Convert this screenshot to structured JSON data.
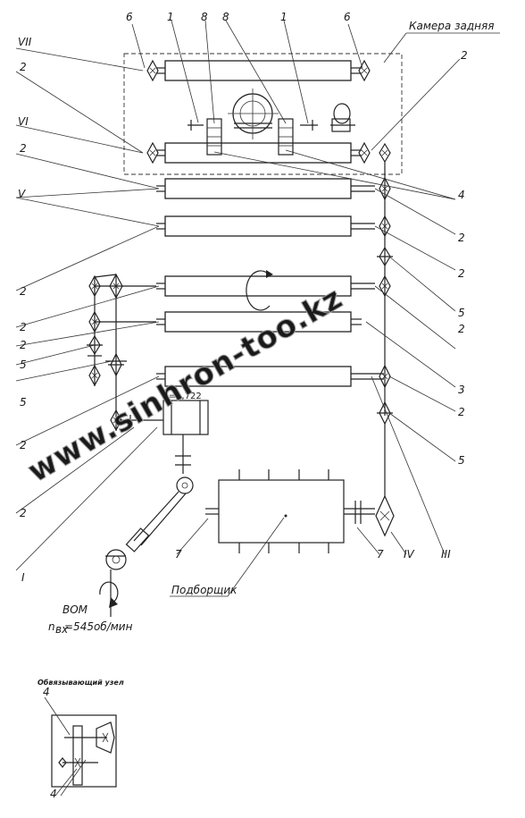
{
  "diagram": {
    "chamber_title": "Камера задняя",
    "pickup_label": "Подборщик",
    "pto_label": "ВОМ",
    "pto_speed": "n",
    "pto_speed_sub": "вх",
    "pto_speed_value": "=545об/мин",
    "gear_ratio": "i=1,722",
    "knotter_title": "Обвязывающий узел",
    "watermark": "www.sinhron-too.kz",
    "roman": {
      "VII": "VII",
      "VI": "VI",
      "V": "V",
      "I": "I",
      "IV": "IV",
      "III": "III"
    },
    "nums": {
      "n1": "1",
      "n2": "2",
      "n3": "3",
      "n4": "4",
      "n5": "5",
      "n6": "6",
      "n7": "7",
      "n8": "8"
    }
  }
}
